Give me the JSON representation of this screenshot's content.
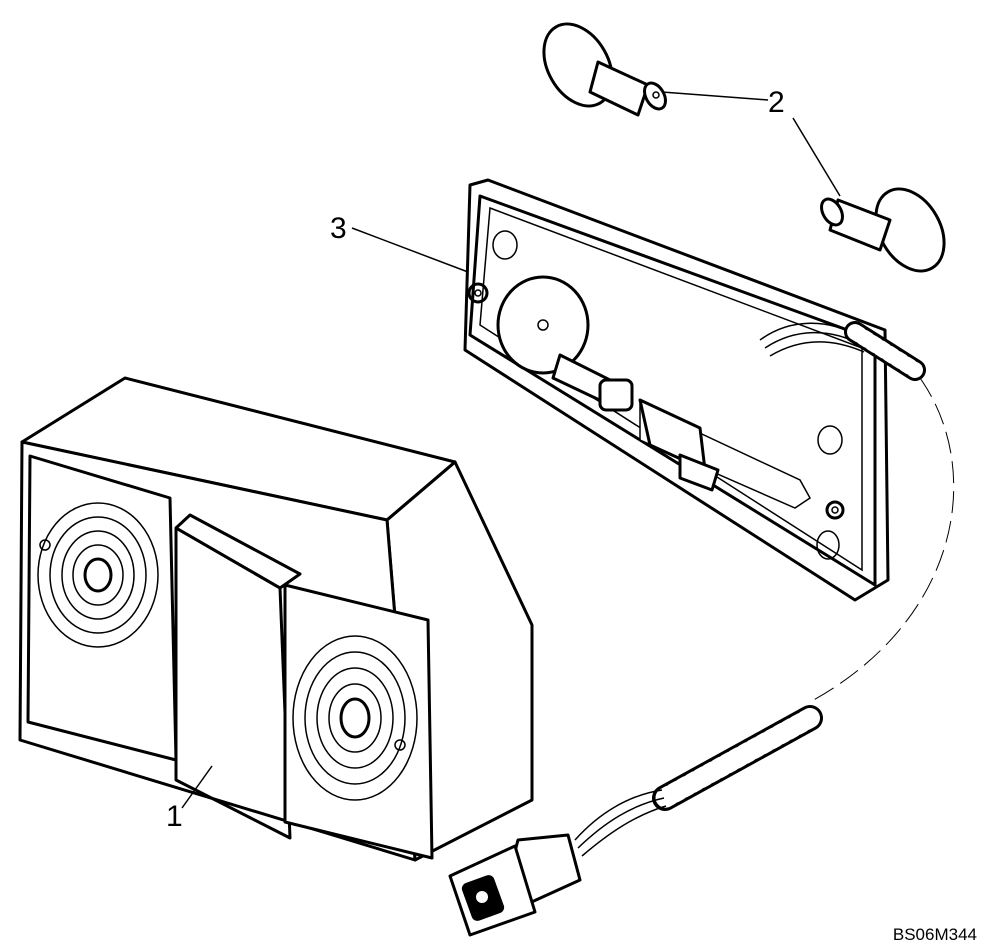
{
  "callouts": [
    {
      "id": "1",
      "label": "1"
    },
    {
      "id": "2",
      "label": "2"
    },
    {
      "id": "3",
      "label": "3"
    }
  ],
  "figure_ref": "BS06M344"
}
